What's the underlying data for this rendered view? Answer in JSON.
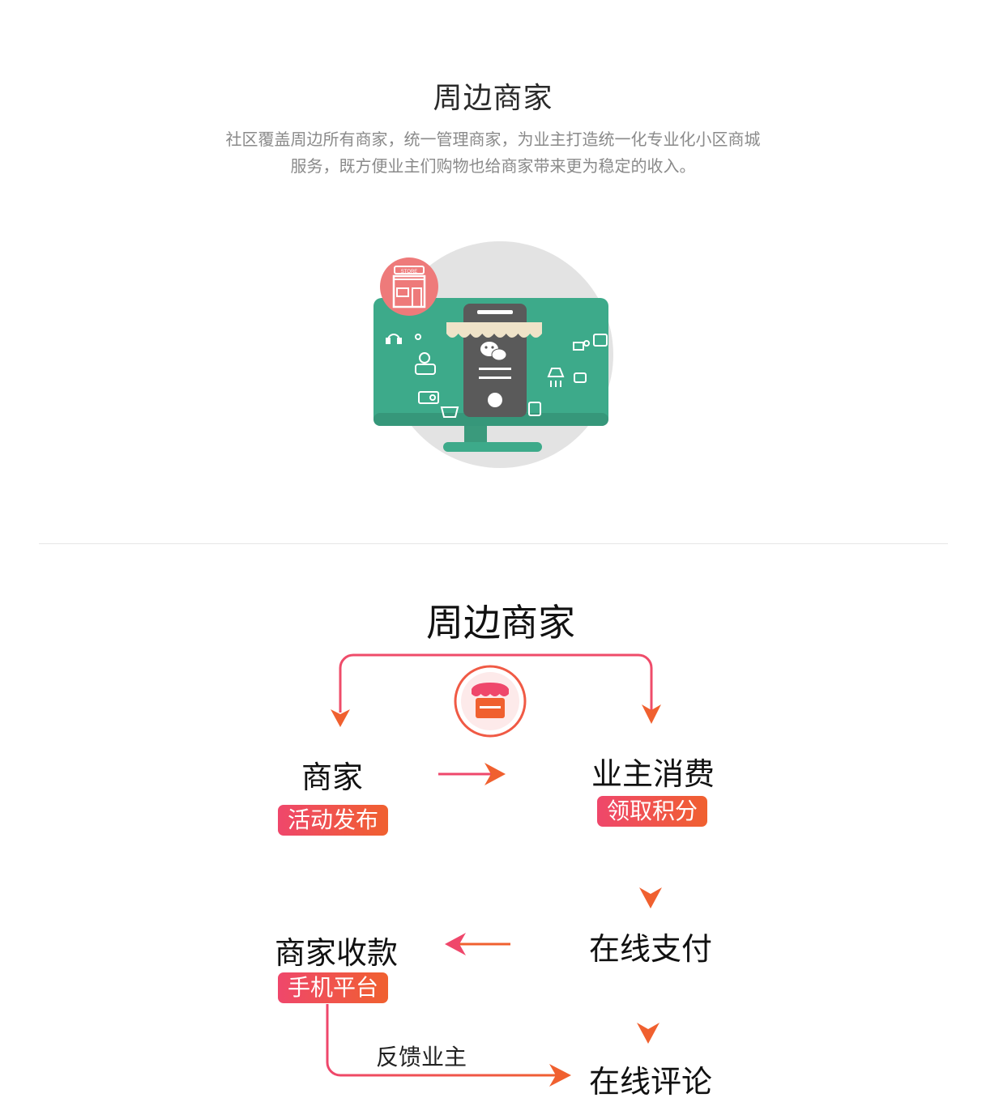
{
  "section_top": {
    "title": "周边商家",
    "description_line1": "社区覆盖周边所有商家，统一管理商家，为业主打造统一化专业化小区商城",
    "description_line2": "服务，既方便业主们购物也给商家带来更为稳定的收入。",
    "illustration": {
      "store_badge_text": "STORE",
      "icons": [
        "headphones-icon",
        "bulb-icon",
        "mixer-icon",
        "radio-icon",
        "basket-icon",
        "camera-icon",
        "oven-icon",
        "hood-icon",
        "tv-icon",
        "calculator-icon",
        "wechat-icon"
      ]
    }
  },
  "section_flow": {
    "title": "周边商家",
    "nodes": {
      "merchant": {
        "label": "商家",
        "badge": "活动发布"
      },
      "owner_consume": {
        "label": "业主消费",
        "badge": "领取积分"
      },
      "online_pay": {
        "label": "在线支付"
      },
      "merchant_collect": {
        "label": "商家收款",
        "badge": "手机平台"
      },
      "online_review": {
        "label": "在线评论"
      }
    },
    "feedback_label": "反馈业主"
  },
  "colors": {
    "accent_pink": "#ef476b",
    "accent_orange": "#f0602f",
    "screen_green": "#3daa8a",
    "phone_gray": "#5a5a5a"
  }
}
